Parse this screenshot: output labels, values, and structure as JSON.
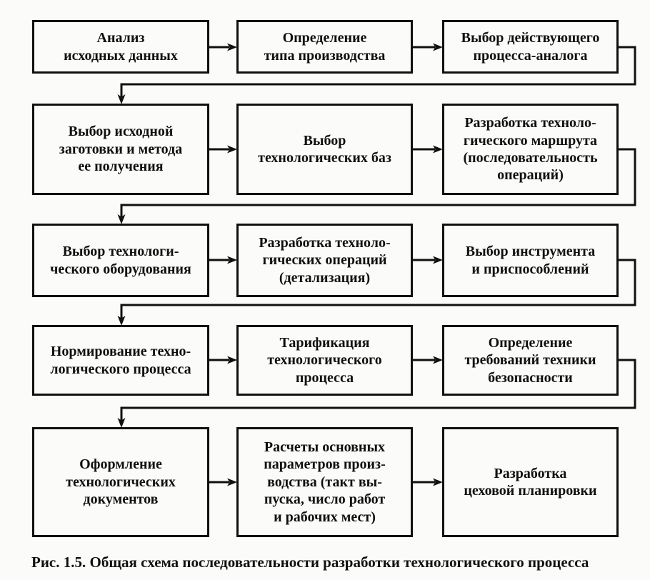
{
  "figure_caption": "Рис. 1.5. Общая схема последовательности разработки технологического процесса",
  "flowchart": {
    "rows": [
      {
        "boxes": [
          {
            "label": "Анализ\nисходных данных"
          },
          {
            "label": "Определение\nтипа производства"
          },
          {
            "label": "Выбор действующего\nпроцесса-аналога"
          }
        ]
      },
      {
        "boxes": [
          {
            "label": "Выбор исходной\nзаготовки и метода\nее получения"
          },
          {
            "label": "Выбор\nтехнологических баз"
          },
          {
            "label": "Разработка техноло-\nгического маршрута\n(последовательность\nопераций)"
          }
        ]
      },
      {
        "boxes": [
          {
            "label": "Выбор технологи-\nческого оборудования"
          },
          {
            "label": "Разработка техноло-\nгических операций\n(детализация)"
          },
          {
            "label": "Выбор инструмента\nи приспособлений"
          }
        ]
      },
      {
        "boxes": [
          {
            "label": "Нормирование техно-\nлогического процесса"
          },
          {
            "label": "Тарификация\nтехнологического\nпроцесса"
          },
          {
            "label": "Определение\nтребований техники\nбезопасности"
          }
        ]
      },
      {
        "boxes": [
          {
            "label": "Оформление\nтехнологических\nдокументов"
          },
          {
            "label": "Расчеты основных\nпараметров произ-\nводства (такт вы-\nпуска, число работ\nи рабочих мест)"
          },
          {
            "label": "Разработка\nцеховой планировки"
          }
        ]
      }
    ]
  },
  "colors": {
    "ink": "#101010",
    "paper": "#fbfbf9"
  }
}
